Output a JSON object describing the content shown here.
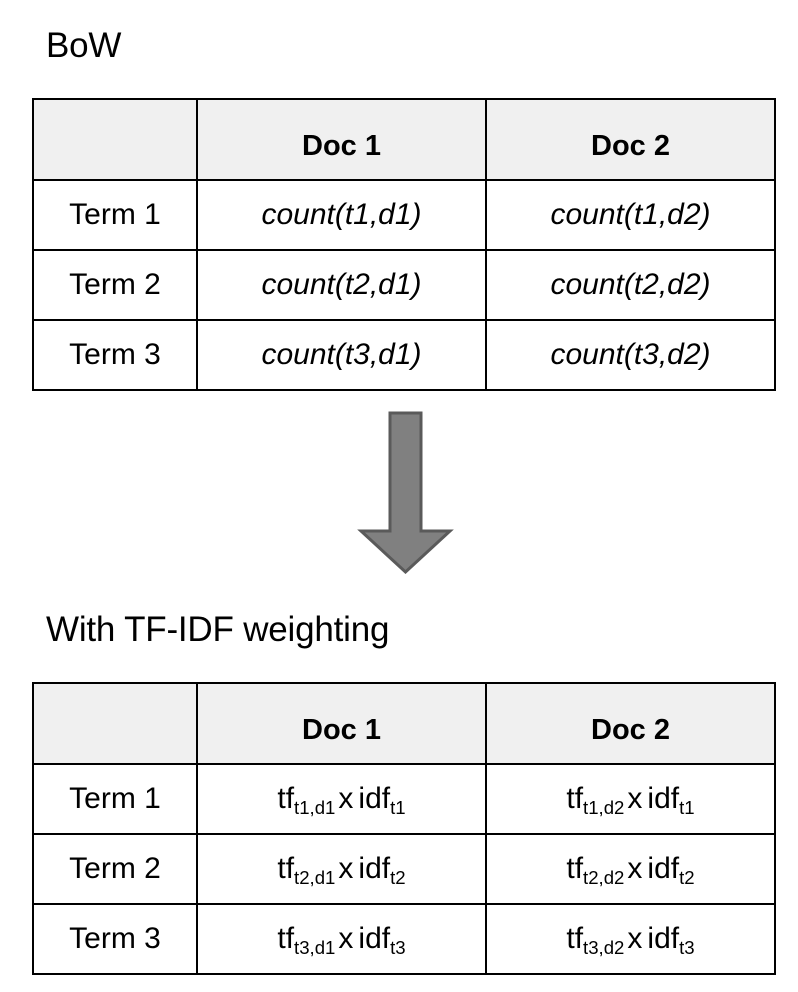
{
  "diagram": {
    "title_top": "BoW",
    "title_bottom": "With TF-IDF weighting",
    "arrow": {
      "name": "down-arrow",
      "direction": "down",
      "fill_color": "#808080",
      "stroke_color": "#5A5A5A"
    },
    "colors": {
      "header_background": "#F0F0F0",
      "cell_background": "#FFFFFF",
      "border": "#000000",
      "text": "#000000"
    }
  },
  "bow_table": {
    "caption": "BoW",
    "corner_header": "",
    "columns": [
      "Doc 1",
      "Doc 2"
    ],
    "rows": [
      {
        "term": "Term 1",
        "doc1": "count(t1,d1)",
        "doc2": "count(t1,d2)"
      },
      {
        "term": "Term 2",
        "doc1": "count(t2,d1)",
        "doc2": "count(t2,d2)"
      },
      {
        "term": "Term 3",
        "doc1": "count(t3,d1)",
        "doc2": "count(t3,d2)"
      }
    ]
  },
  "tfidf_table": {
    "caption": "With TF-IDF weighting",
    "corner_header": "",
    "columns": [
      "Doc 1",
      "Doc 2"
    ],
    "rows": [
      {
        "term": "Term 1",
        "doc1": {
          "tf": "tf",
          "tf_sub": "t1,d1",
          "op": "x",
          "idf": "idf",
          "idf_sub": "t1"
        },
        "doc2": {
          "tf": "tf",
          "tf_sub": "t1,d2",
          "op": "x",
          "idf": "idf",
          "idf_sub": "t1"
        }
      },
      {
        "term": "Term 2",
        "doc1": {
          "tf": "tf",
          "tf_sub": "t2,d1",
          "op": "x",
          "idf": "idf",
          "idf_sub": "t2"
        },
        "doc2": {
          "tf": "tf",
          "tf_sub": "t2,d2",
          "op": "x",
          "idf": "idf",
          "idf_sub": "t2"
        }
      },
      {
        "term": "Term 3",
        "doc1": {
          "tf": "tf",
          "tf_sub": "t3,d1",
          "op": "x",
          "idf": "idf",
          "idf_sub": "t3"
        },
        "doc2": {
          "tf": "tf",
          "tf_sub": "t3,d2",
          "op": "x",
          "idf": "idf",
          "idf_sub": "t3"
        }
      }
    ]
  },
  "chart_data": {
    "type": "table",
    "title": "BoW and TF-IDF document-term matrices",
    "tables": [
      {
        "title": "BoW",
        "columns": [
          "",
          "Doc 1",
          "Doc 2"
        ],
        "rows": [
          [
            "Term 1",
            "count(t1,d1)",
            "count(t1,d2)"
          ],
          [
            "Term 2",
            "count(t2,d1)",
            "count(t2,d2)"
          ],
          [
            "Term 3",
            "count(t3,d1)",
            "count(t3,d2)"
          ]
        ]
      },
      {
        "title": "With TF-IDF weighting",
        "columns": [
          "",
          "Doc 1",
          "Doc 2"
        ],
        "rows": [
          [
            "Term 1",
            "tf_t1,d1 x idf_t1",
            "tf_t1,d2 x idf_t1"
          ],
          [
            "Term 2",
            "tf_t2,d1 x idf_t2",
            "tf_t2,d2 x idf_t2"
          ],
          [
            "Term 3",
            "tf_t3,d1 x idf_t3",
            "tf_t3,d2 x idf_t3"
          ]
        ]
      }
    ]
  }
}
